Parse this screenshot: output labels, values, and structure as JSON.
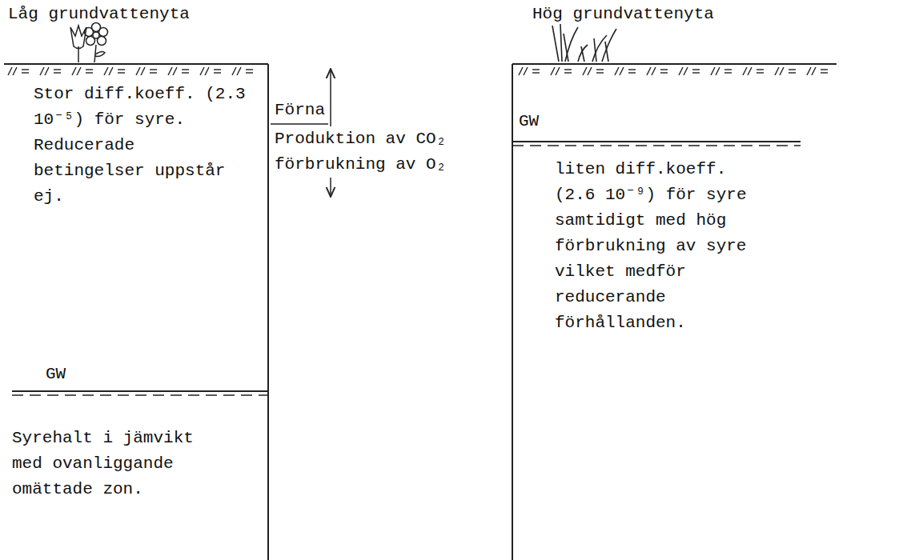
{
  "diagram": {
    "labels": [
      "Låg grundvattenyta",
      "Hög grundvattenyta",
      "Stor diff.koeff. (2.3 10⁻⁵) för syre. Reducerade betingelser uppstår ej.",
      "Förna",
      "Produktion av CO₂ förbrukning av O₂",
      "GW",
      "Syrehalt i jämvikt med ovanliggande omättade zon.",
      "GW",
      "liten diff.koeff. (2.6 10⁻⁹) för syre samtidigt med hög förbrukning av syre vilket medför reducerande förhållanden."
    ]
  }
}
